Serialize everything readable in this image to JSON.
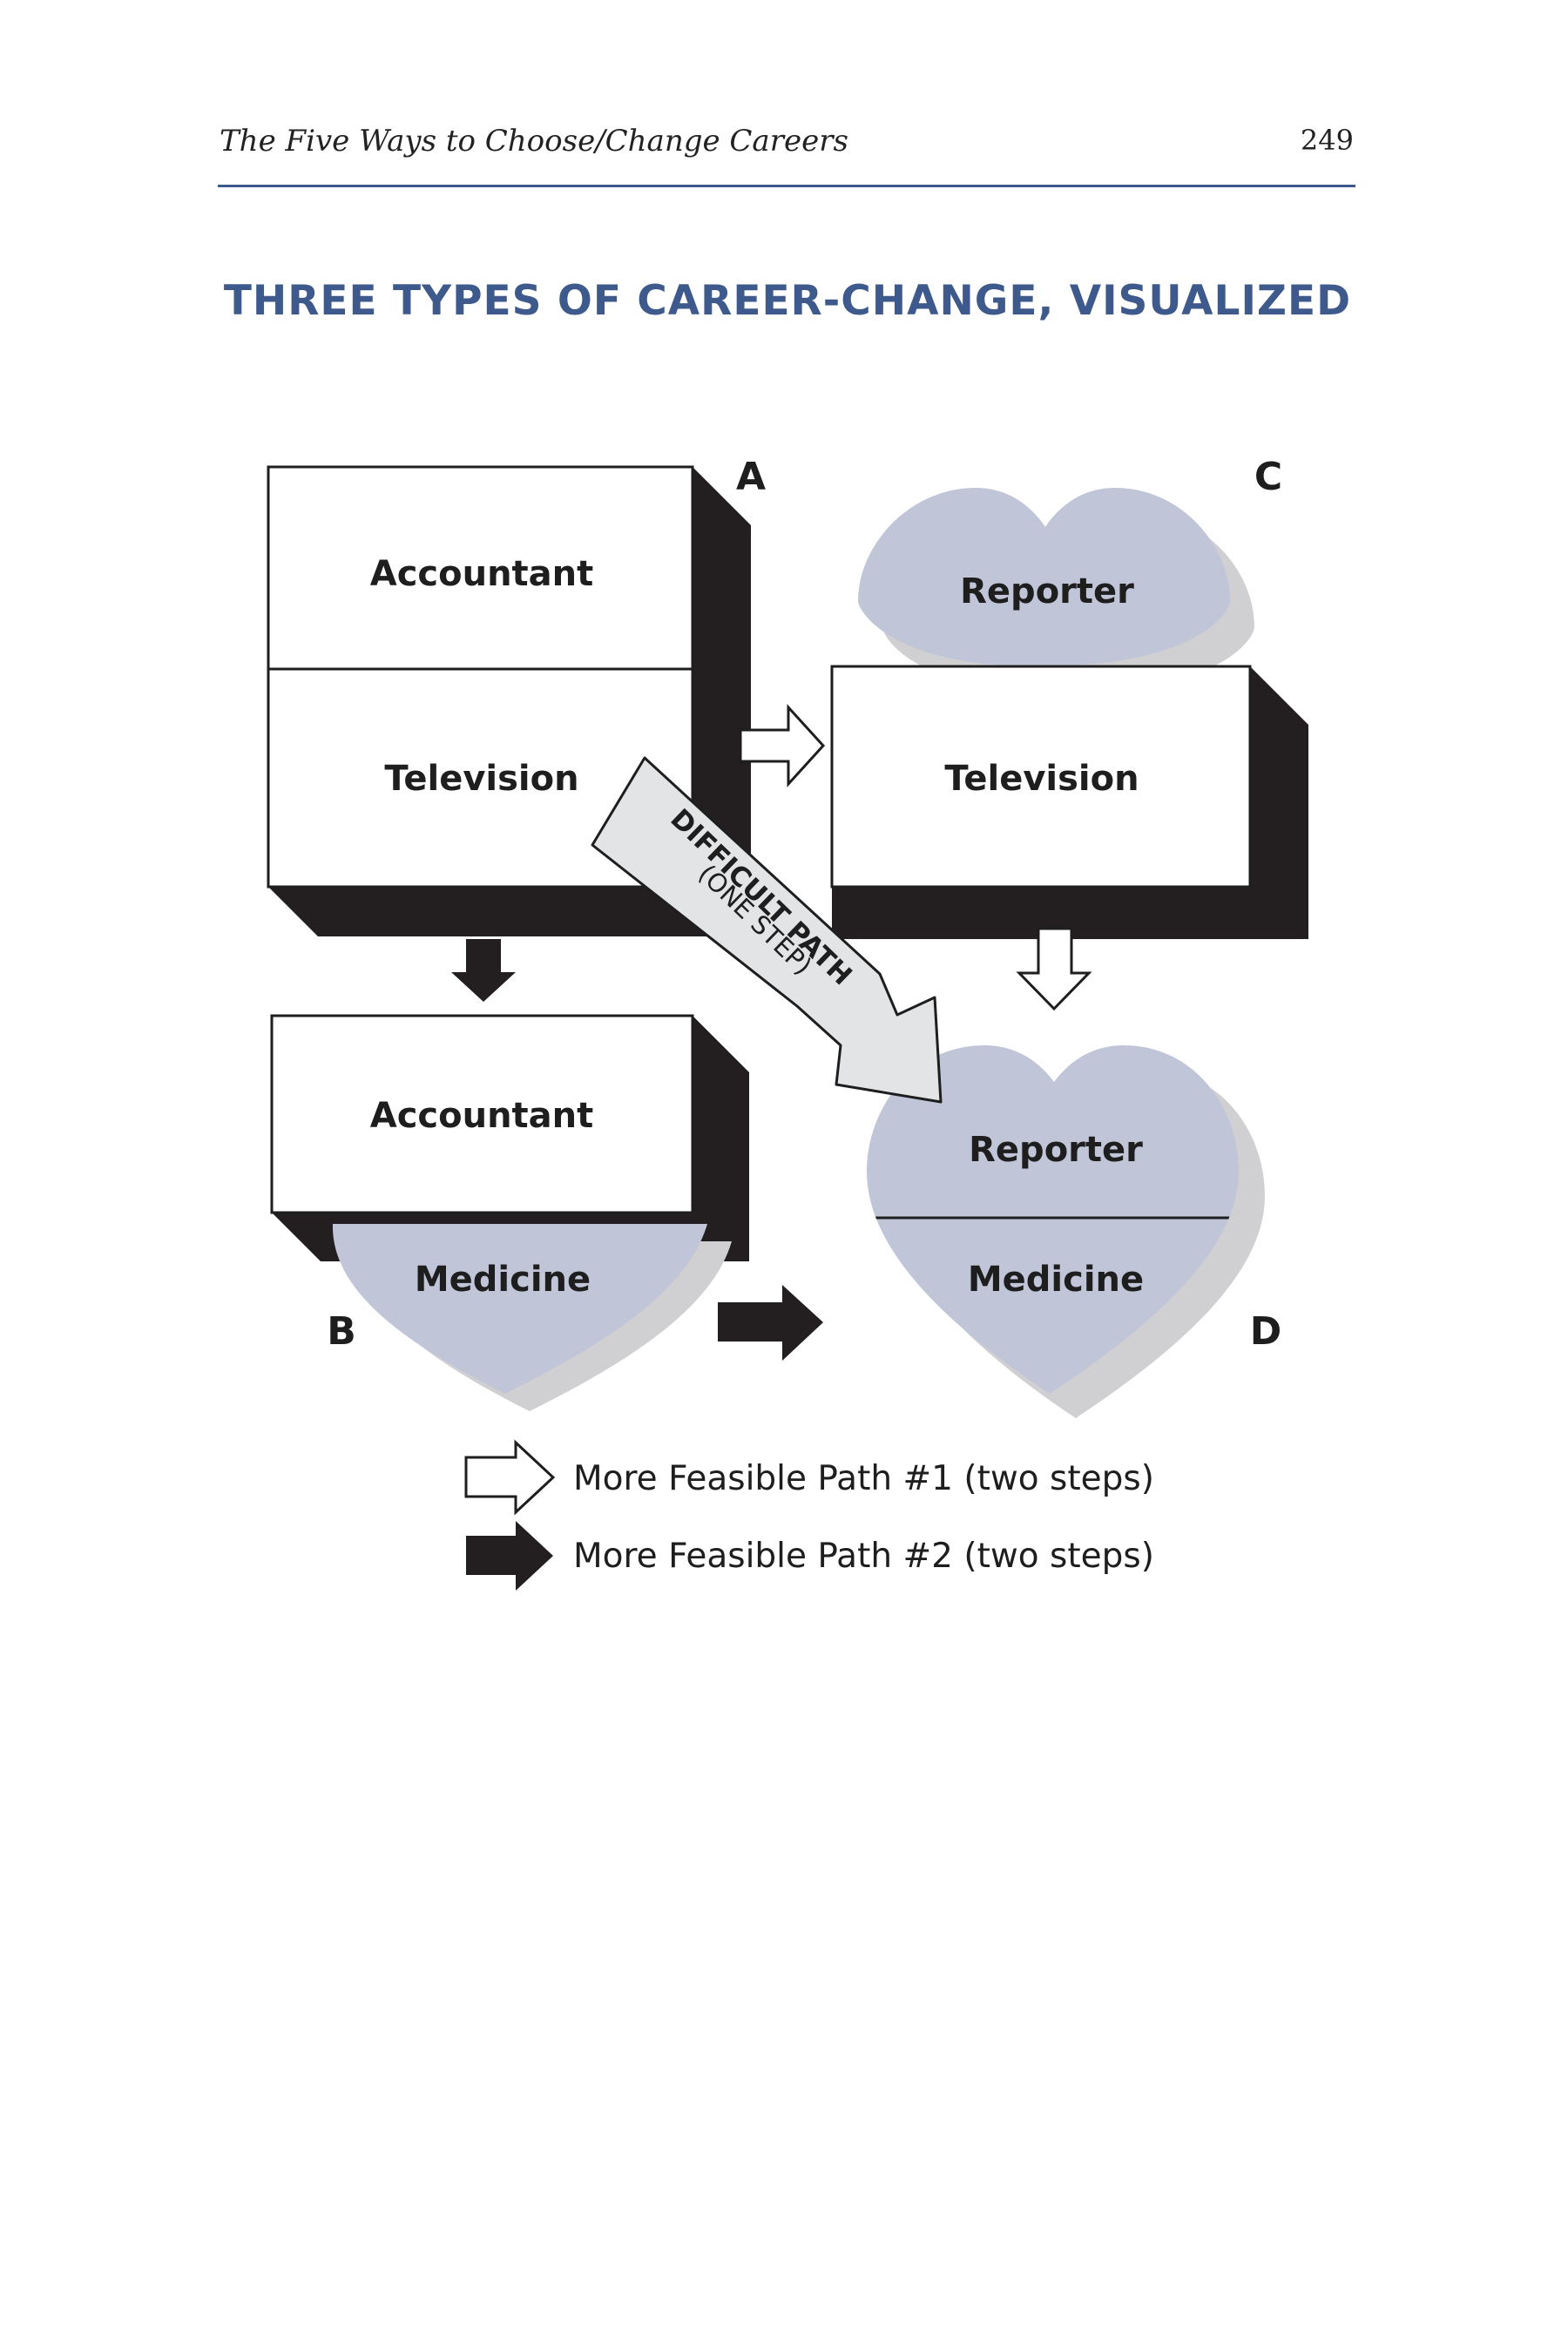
{
  "header": {
    "running_title": "The Five Ways to Choose/Change Careers",
    "page_number": "249",
    "rule_color": "#3e5a8c"
  },
  "figure": {
    "title": "THREE TYPES OF CAREER-CHANGE, VISUALIZED",
    "title_color": "#3e5a8c",
    "heart_color": "#c1c5d8",
    "shadow_color": "#231f20",
    "heart_shadow_color": "#d0d0d2",
    "difficult_arrow_color": "#e3e4e6",
    "nodes": {
      "A": {
        "letter": "A",
        "top_label": "Accountant",
        "bottom_label": "Television",
        "shape": "box"
      },
      "B": {
        "letter": "B",
        "top_label": "Accountant",
        "bottom_label": "Medicine",
        "shape": "box-over-heart"
      },
      "C": {
        "letter": "C",
        "top_label": "Reporter",
        "bottom_label": "Television",
        "shape": "heart-over-box"
      },
      "D": {
        "letter": "D",
        "top_label": "Reporter",
        "bottom_label": "Medicine",
        "shape": "heart"
      }
    },
    "difficult_path": {
      "label": "DIFFICULT PATH",
      "sublabel": "(ONE STEP)",
      "from": "A",
      "to": "D"
    },
    "paths": [
      {
        "from": "A",
        "to": "C",
        "style": "outline-arrow"
      },
      {
        "from": "C",
        "to": "D",
        "style": "outline-arrow"
      },
      {
        "from": "A",
        "to": "B",
        "style": "solid-arrow"
      },
      {
        "from": "B",
        "to": "D",
        "style": "solid-arrow"
      }
    ]
  },
  "legend": [
    {
      "icon": "outline-arrow-icon",
      "label": "More Feasible Path #1 (two steps)"
    },
    {
      "icon": "solid-arrow-icon",
      "label": "More Feasible Path #2 (two steps)"
    }
  ]
}
